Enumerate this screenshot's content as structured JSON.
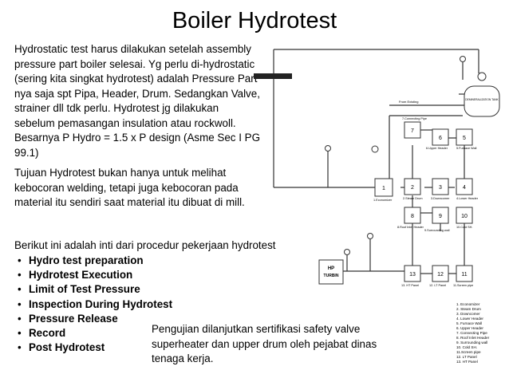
{
  "slide": {
    "title": "Boiler Hydrotest",
    "paragraph_1": "Hydrostatic test harus dilakukan setelah assembly pressure part boiler selesai. Yg perlu di-hydrostatic (sering kita singkat hydrotest) adalah Pressure Part nya saja spt Pipa, Header, Drum. Sedangkan Valve, strainer dll tdk perlu. Hydrotest jg dilakukan sebelum pemasangan insulation atau rockwoll. Besarnya P Hydro = 1.5 x P design (Asme Sec I PG 99.1)",
    "paragraph_2": "Tujuan Hydrotest bukan hanya untuk melihat kebocoran welding, tetapi juga kebocoran pada material itu sendiri saat material itu dibuat di mill.",
    "paragraph_3": "Berikut ini adalah inti dari procedur pekerjaan hydrotest",
    "bullets": [
      "Hydro test preparation",
      "Hydrotest Execution",
      "Limit of Test Pressure",
      "Inspection During Hydrotest",
      "Pressure Release",
      "Record",
      "Post Hydrotest"
    ],
    "note": "Pengujian dilanjutkan sertifikasi safety valve superheater dan upper drum oleh pejabat dinas tenaga kerja."
  },
  "diagram": {
    "numbered_boxes": [
      "1",
      "2",
      "3",
      "4",
      "5",
      "6",
      "7",
      "8",
      "9",
      "10",
      "11",
      "12",
      "13"
    ],
    "hp_turbine": [
      "HP",
      "TURBIN"
    ],
    "box_captions": {
      "economizer": "1.Economizer",
      "steam_drum": "2.Steam Drum",
      "downcomer": "3.Downcomer",
      "lower_header": "4.Lower Header",
      "upper_header": "6.Upper Header",
      "furnace_wall": "5.Furnace Wall",
      "connecting_pipe": "7.Connecting Pipe",
      "roof_inlet_header": "8.Roof Inlet Header",
      "surrounding_wall": "9.Surrounding wall",
      "cold_sh": "10.Cold SH.",
      "ht_panel": "13. HT Panel",
      "lt_panel": "12. LT Panel",
      "screen_pipe": "11.Screen pipe"
    },
    "from_existing": "From Existing",
    "demin_tank": "DEMINERALIZATION TANK",
    "legend": [
      "1.  Economizer",
      "2.  Steam Drum",
      "3.  Downcomer",
      "4.  Lower Header",
      "5.  Furnace Wall",
      "6.  Upper Header",
      "7.  Connecting Pipe",
      "8.  Roof Inlet Header",
      "9.  Surrounding wall",
      "10. Cold SH.",
      "11.Screen pipe",
      "12. LT Panel",
      "13. HT Panel"
    ]
  }
}
